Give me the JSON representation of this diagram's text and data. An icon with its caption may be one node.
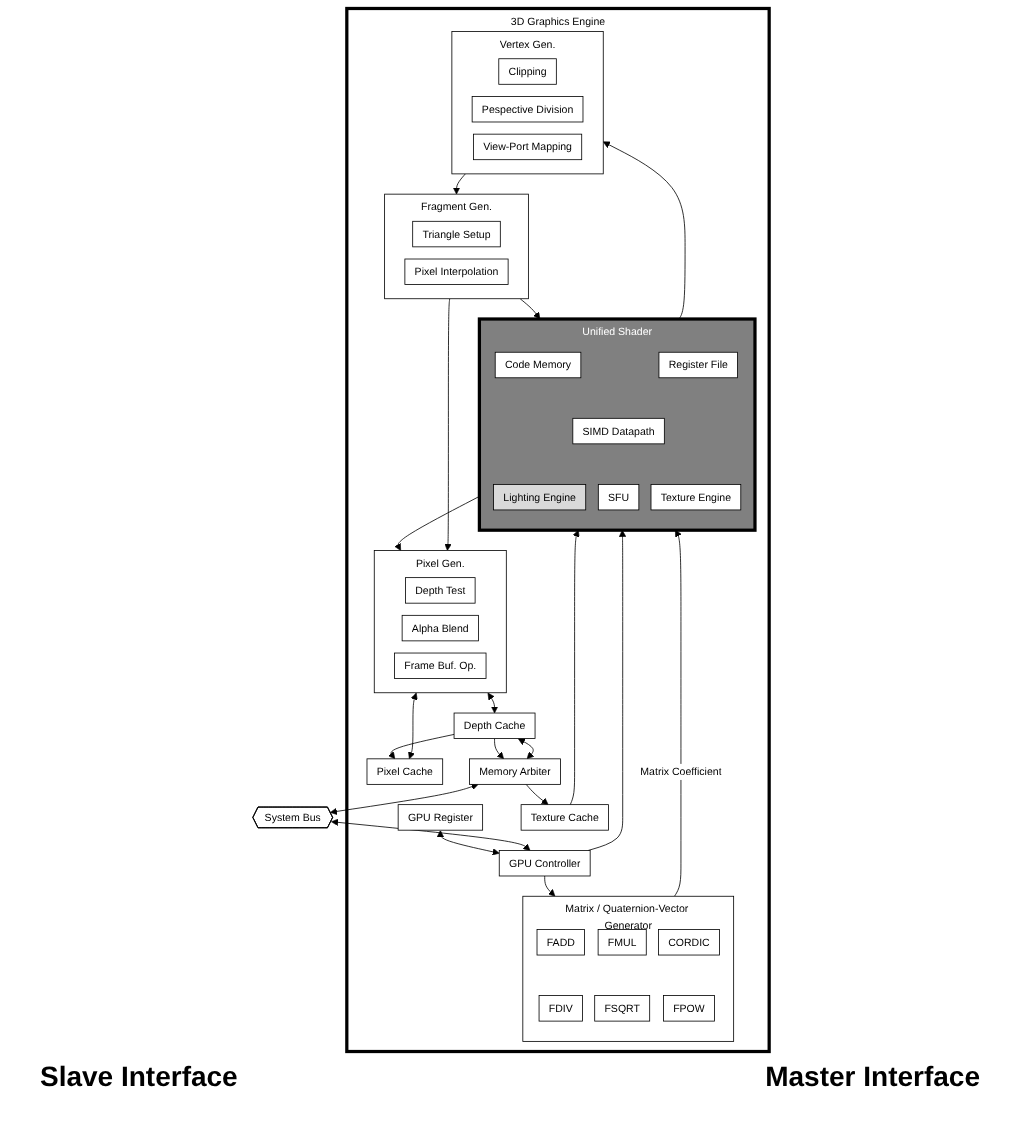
{
  "diagram": {
    "nodes": [
      {
        "text": [
          "3D Graphics Engine"
        ]
      },
      {
        "text": [
          "GPU Register"
        ],
        "in": 0
      },
      {
        "text": [
          "GPU Controller"
        ],
        "in": 0
      },
      {
        "text": [
          "Matrix / Quaternion-Vector Generator"
        ],
        "in": 0
      },
      {
        "text": [
          "FADD"
        ],
        "in": 3
      },
      {
        "text": [
          "FMUL"
        ],
        "in": 3
      },
      {
        "text": [
          "CORDIC"
        ],
        "in": 3
      },
      {
        "text": [
          "FDIV"
        ],
        "in": 3
      },
      {
        "text": [
          "FSQRT"
        ],
        "in": 3
      },
      {
        "text": [
          "FPOW"
        ],
        "in": 3
      },
      {
        "text": [
          "Unified Shader"
        ],
        "in": 0
      },
      {
        "text": [
          "Code Memory"
        ],
        "in": 10
      },
      {
        "text": [
          "Register File"
        ],
        "in": 10
      },
      {
        "text": [
          "SIMD Datapath"
        ],
        "in": 10
      },
      {
        "text": [
          "SFU"
        ],
        "in": 10
      },
      {
        "text": [
          "Lighting Engine"
        ],
        "in": 10
      },
      {
        "text": [
          "Texture Engine"
        ],
        "in": 10
      },
      {
        "text": [
          "Texture Cache"
        ],
        "in": 0
      },
      {
        "text": [
          "Pixel Gen."
        ],
        "in": 0
      },
      {
        "text": [
          "Depth Test"
        ],
        "in": 18
      },
      {
        "text": [
          "Alpha Blend"
        ],
        "in": 18
      },
      {
        "text": [
          "Frame Buf. Op."
        ],
        "in": 18
      },
      {
        "text": [
          "Fragment Gen."
        ],
        "in": 0
      },
      {
        "text": [
          "Triangle Setup"
        ],
        "in": 22
      },
      {
        "text": [
          "Pixel Interpolation"
        ],
        "in": 22
      },
      {
        "text": [
          "Vertex Gen."
        ],
        "in": 0
      },
      {
        "text": [
          "Clipping"
        ],
        "in": 25
      },
      {
        "text": [
          "Pespective Division"
        ],
        "in": 25
      },
      {
        "text": [
          "View-Port Mapping"
        ],
        "in": 25
      },
      {
        "text": [
          "Pixel Cache"
        ],
        "in": 0
      },
      {
        "text": [
          "Depth Cache"
        ],
        "in": 0
      },
      {
        "text": [
          "Memory Arbiter"
        ],
        "in": 0
      },
      {
        "text": [
          "System Bus"
        ]
      }
    ],
    "edges": [
      {
        "from": 1,
        "to": 2,
        "arrow": "both"
      },
      {
        "from": 2,
        "to": 3,
        "arrow": "to"
      },
      {
        "from": 2,
        "to": 10,
        "arrow": "to"
      },
      {
        "from": 3,
        "to": 10,
        "arrow": "to",
        "label": "Matrix Coefficient"
      },
      {
        "from": 17,
        "to": 10,
        "arrow": "to"
      },
      {
        "from": 10,
        "to": 18,
        "arrow": "to"
      },
      {
        "from": 22,
        "to": 10,
        "arrow": "to"
      },
      {
        "from": 10,
        "to": 25,
        "arrow": "to"
      },
      {
        "from": 25,
        "to": 22,
        "arrow": "to"
      },
      {
        "from": 22,
        "to": 18,
        "arrow": "to"
      },
      {
        "from": 18,
        "to": 29,
        "arrow": "both"
      },
      {
        "from": 18,
        "to": 30,
        "arrow": "both"
      },
      {
        "from": 30,
        "to": 29,
        "arrow": "to"
      },
      {
        "from": 30,
        "to": 31,
        "arrow": "to"
      },
      {
        "from": 30,
        "to": 31,
        "arrow": "both"
      },
      {
        "from": 31,
        "to": 17,
        "arrow": "to"
      },
      {
        "from": 31,
        "to": 32,
        "arrow": "both"
      },
      {
        "from": 32,
        "to": 2,
        "arrow": "both"
      }
    ],
    "labels": [
      "Slave Interface",
      "Master Interface"
    ]
  }
}
